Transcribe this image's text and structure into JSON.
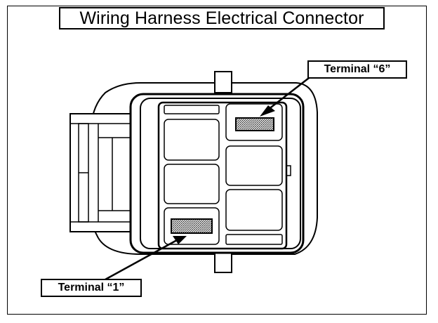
{
  "title": "Wiring Harness Electrical Connector",
  "callouts": {
    "terminal_6": "Terminal “6”",
    "terminal_1": "Terminal “1”"
  },
  "colors": {
    "line": "#000000",
    "background": "#ffffff",
    "terminal_fill": "#9a9a9a"
  }
}
